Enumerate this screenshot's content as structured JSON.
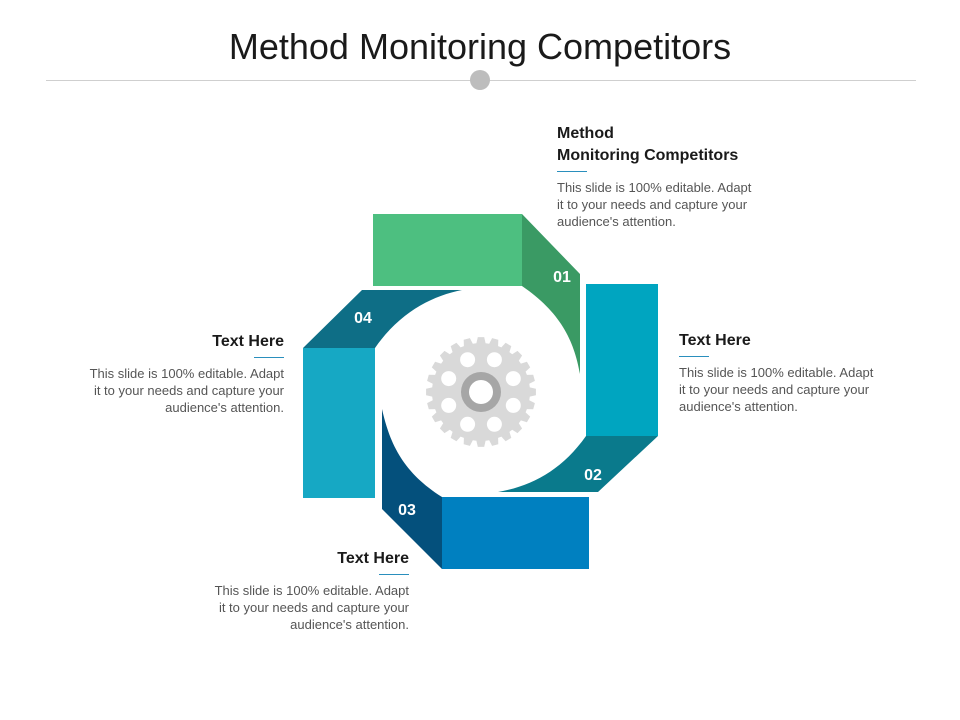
{
  "title": "Method Monitoring Competitors",
  "steps": [
    {
      "number": "01",
      "heading_lines": [
        "Method",
        "Monitoring Competitors"
      ],
      "body_lines": [
        "This slide is 100% editable. Adapt",
        "it to your needs and capture your",
        "audience's attention."
      ],
      "color": "#4dbf80",
      "shade": "#3a9a64"
    },
    {
      "number": "02",
      "heading_lines": [
        "Text Here"
      ],
      "body_lines": [
        "This slide is 100% editable. Adapt",
        "it to your needs and capture your",
        "audience's attention."
      ],
      "color": "#00a5c0",
      "shade": "#0a7a8c"
    },
    {
      "number": "03",
      "heading_lines": [
        "Text Here"
      ],
      "body_lines": [
        "This slide is 100% editable. Adapt",
        "it to your needs and capture your",
        "audience's attention."
      ],
      "color": "#0080c0",
      "shade": "#04507c"
    },
    {
      "number": "04",
      "heading_lines": [
        "Text Here"
      ],
      "body_lines": [
        "This slide is 100% editable. Adapt",
        "it to your needs and capture your",
        "audience's attention."
      ],
      "color": "#16a8c4",
      "shade": "#0e6e86"
    }
  ],
  "colors": {
    "gear": "#d9d9d9",
    "gear_hub": "#a6a6a6",
    "accent_rule": "#2a8fbd"
  },
  "icons": {
    "center": "gear-icon"
  }
}
